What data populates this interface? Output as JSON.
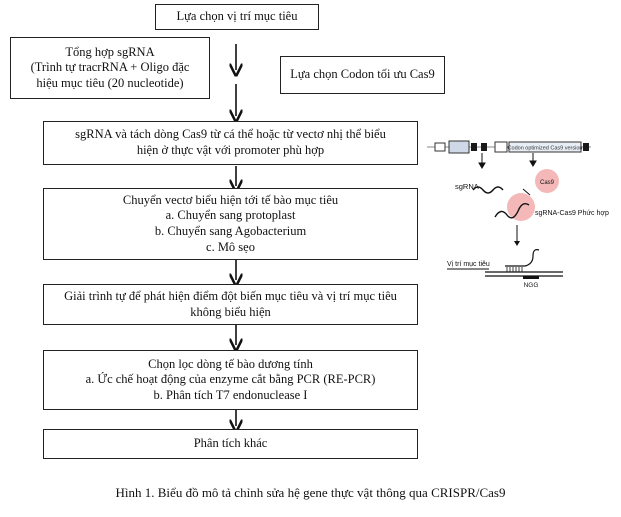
{
  "steps": {
    "target_selection": "Lựa chọn vị trí mục tiêu",
    "sgrna_synthesis": [
      "Tổng hợp sgRNA",
      "(Trình tự tracrRNA + Oligo đặc",
      "hiệu mục tiêu (20 nucleotide)"
    ],
    "codon_selection": "Lựa chọn Codon tối ưu Cas9",
    "cloning": [
      "sgRNA và tách dòng Cas9 từ cá thể hoặc từ vectơ nhị thể biểu",
      "hiện ở thực vật với promoter phù hợp"
    ],
    "transfer": [
      "Chuyển vectơ biểu hiện tới tế bào mục tiêu",
      "a. Chuyển sang protoplast",
      "b. Chuyển sang Agobacterium",
      "c. Mô sẹo"
    ],
    "sequencing": [
      "Giải trình tự để phát hiện điểm đột biến mục tiêu và vị trí mục tiêu",
      "không biểu hiện"
    ],
    "selection": [
      "Chọn lọc dòng tế bào dương tính",
      "a. Ức chế hoạt động của enzyme cắt bằng PCR (RE-PCR)",
      "b. Phân tích T7 endonuclease I"
    ],
    "other": "Phân tích khác"
  },
  "figure": {
    "vector_label": "Codon optimized Cas9 version",
    "sgrna_label": "sgRNA",
    "cas9_label": "Cas9",
    "complex_label": "sgRNA-Cas9 Phức hợp",
    "target_label": "Vị trí mục tiêu",
    "pam_label": "NGG",
    "colors": {
      "cas9": "#f4b8b8",
      "vector_dark": "#1a1a1a",
      "vector_light": "#9fb3cc"
    }
  },
  "caption": "Hình 1. Biểu đồ mô tả chỉnh sửa hệ gene thực vật thông qua CRISPR/Cas9"
}
